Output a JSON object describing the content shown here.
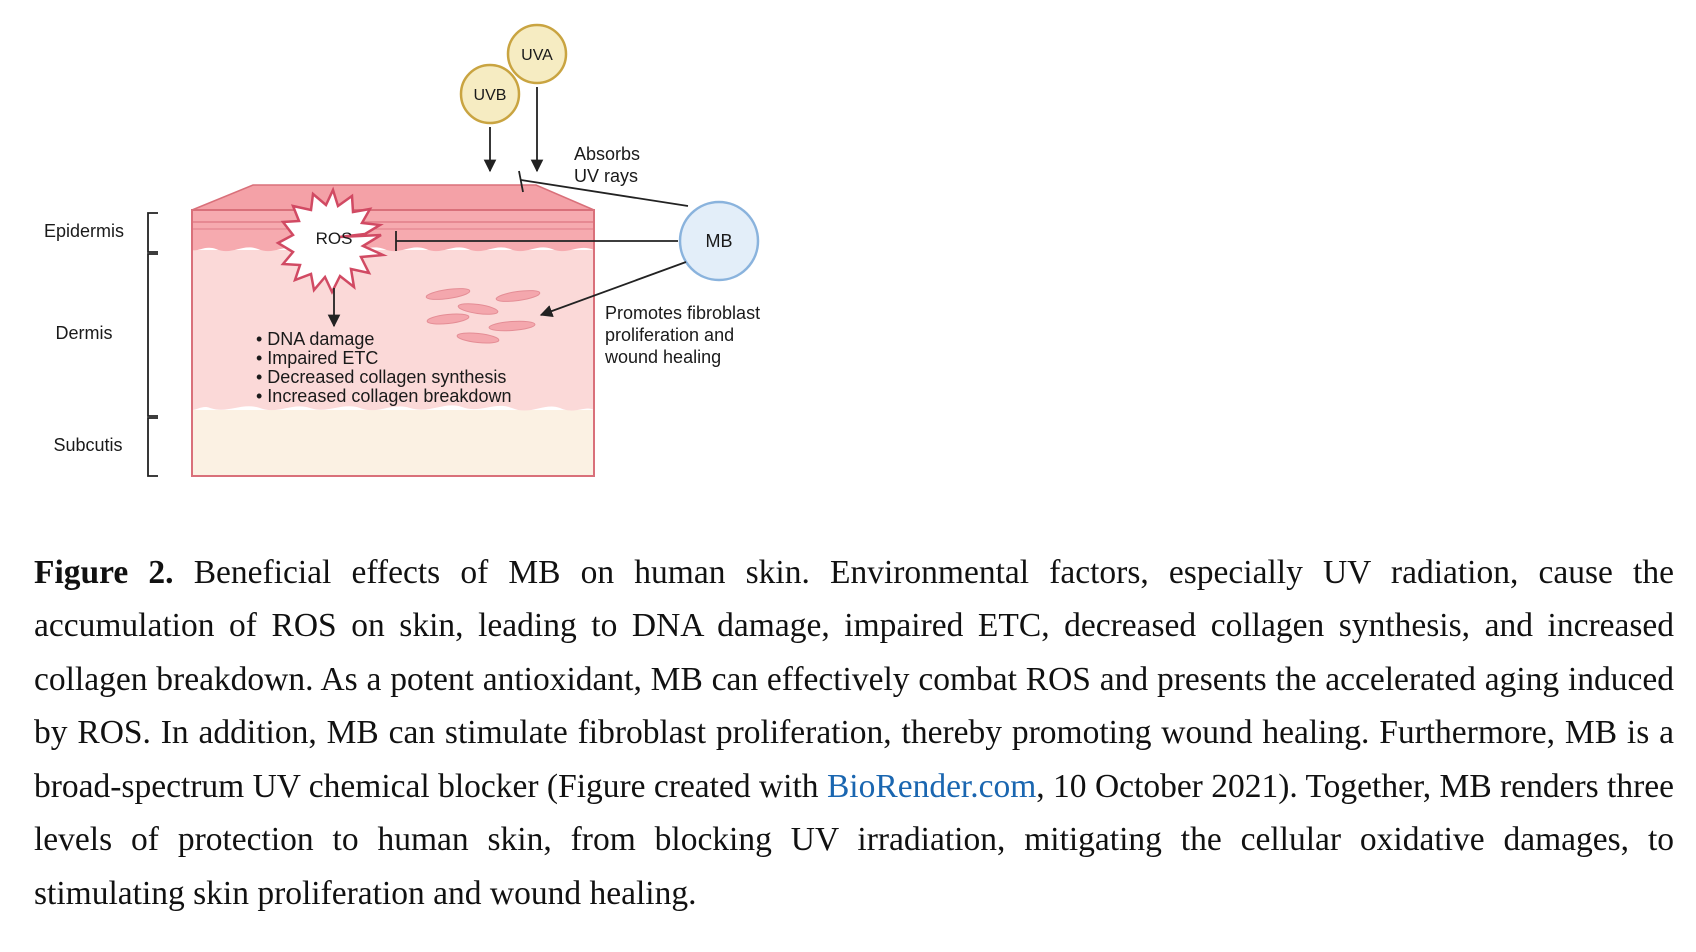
{
  "figure": {
    "layers": {
      "epidermis": "Epidermis",
      "dermis": "Dermis",
      "subcutis": "Subcutis"
    },
    "uva": "UVA",
    "uvb": "UVB",
    "absorbs_line1": "Absorbs",
    "absorbs_line2": "UV rays",
    "mb": "MB",
    "ros": "ROS",
    "effects": [
      "• DNA damage",
      "• Impaired ETC",
      "• Decreased collagen synthesis",
      "• Increased collagen breakdown"
    ],
    "promotes_lines": [
      "Promotes fibroblast",
      "proliferation and",
      "wound healing"
    ]
  },
  "caption": {
    "label": "Figure 2.",
    "text_before_link": " Beneficial effects of MB on human skin. Environmental factors, especially UV radiation, cause the accumulation of ROS on skin, leading to DNA damage, impaired ETC, decreased collagen synthesis, and increased collagen breakdown. As a potent antioxidant, MB can effectively combat ROS and presents the accelerated aging induced by ROS. In addition, MB can stimulate fibroblast proliferation, thereby promoting wound healing. Furthermore, MB is a broad-spectrum UV chemical blocker (Figure created with ",
    "link": "BioRender.com",
    "text_after_link": ", 10 October 2021). Together, MB renders three levels of protection to human skin, from blocking UV irradiation, mitigating the cellular oxidative damages, to stimulating skin proliferation and wound healing."
  },
  "colors": {
    "link": "#1a66b0",
    "dermis": "#fbd9d8",
    "epidermis": "#f6aaaf",
    "subcutis": "#fbf1e3",
    "uv_circle": "#f6ecc2",
    "mb_circle": "#e3eef9"
  }
}
